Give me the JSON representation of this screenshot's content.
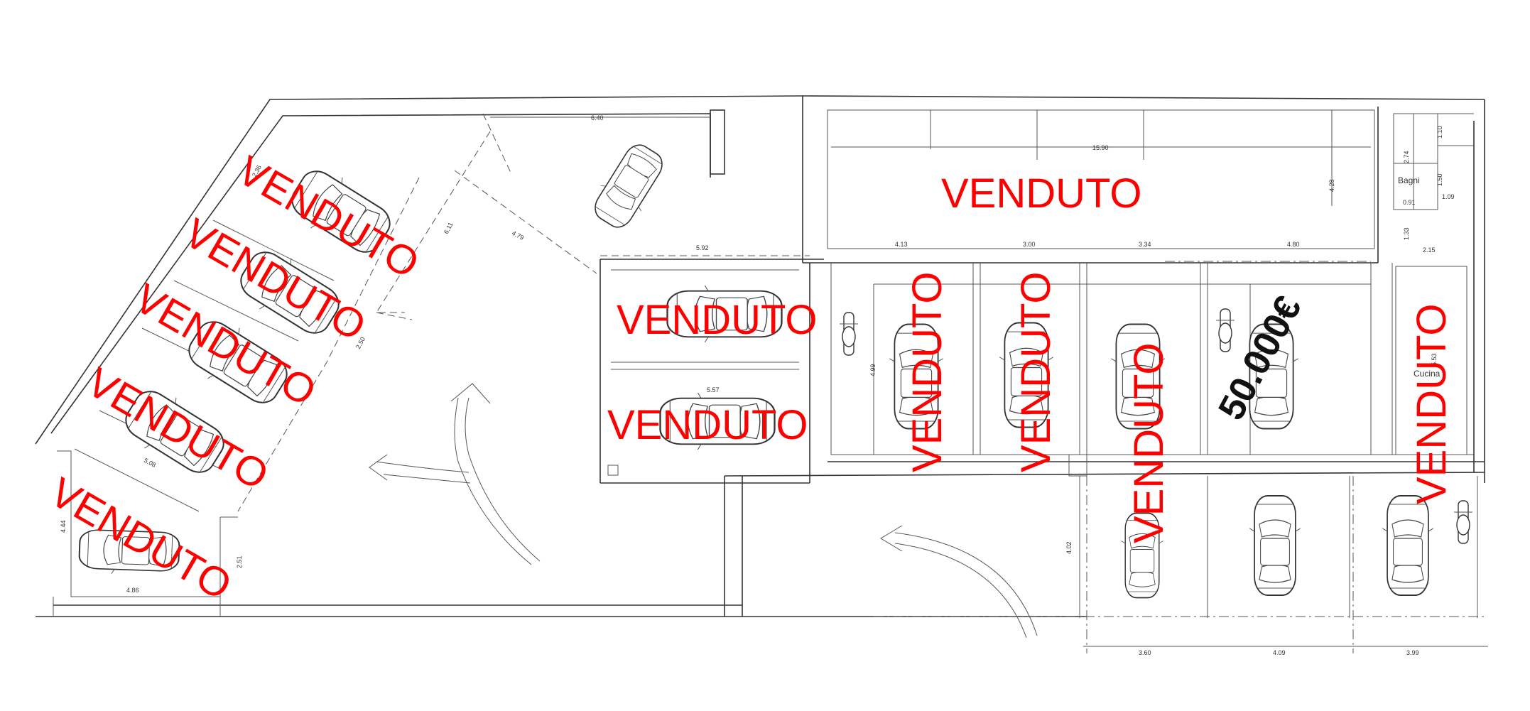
{
  "labels": {
    "sold": "VENDUTO",
    "price": "50.000€",
    "room_bathrooms": "Bagni",
    "room_kitchen": "Cucina"
  },
  "dimensions": {
    "top_width": "6.40",
    "upper_hall": "15.90",
    "right_h": "4.28",
    "bath_a": "2.74",
    "bath_b": "1.10",
    "bath_c": "1.50",
    "bath_d": "1.09",
    "bath_e": "0.91",
    "side_a": "1.33",
    "side_b": "2.15",
    "diag_a": "6.11",
    "diag_b": "4.79",
    "bay_row_w": "5.92",
    "bay_a": "4.13",
    "bay_b": "3.00",
    "bay_c": "3.34",
    "bay_d": "4.80",
    "bay_depth": "4.99",
    "kitchen_depth": "5.53",
    "car_mid": "5.57",
    "lower_depth": "4.02",
    "lower_a": "3.60",
    "lower_b": "4.09",
    "lower_c": "3.99",
    "slant_a": "2.50",
    "slant_b": "5.08",
    "slant_c": "2.36",
    "left_a": "4.44",
    "left_b": "4.86",
    "left_c": "2.51"
  },
  "colors": {
    "sold_text": "#ff0000",
    "price_text": "#111111",
    "lines": "#333333"
  }
}
